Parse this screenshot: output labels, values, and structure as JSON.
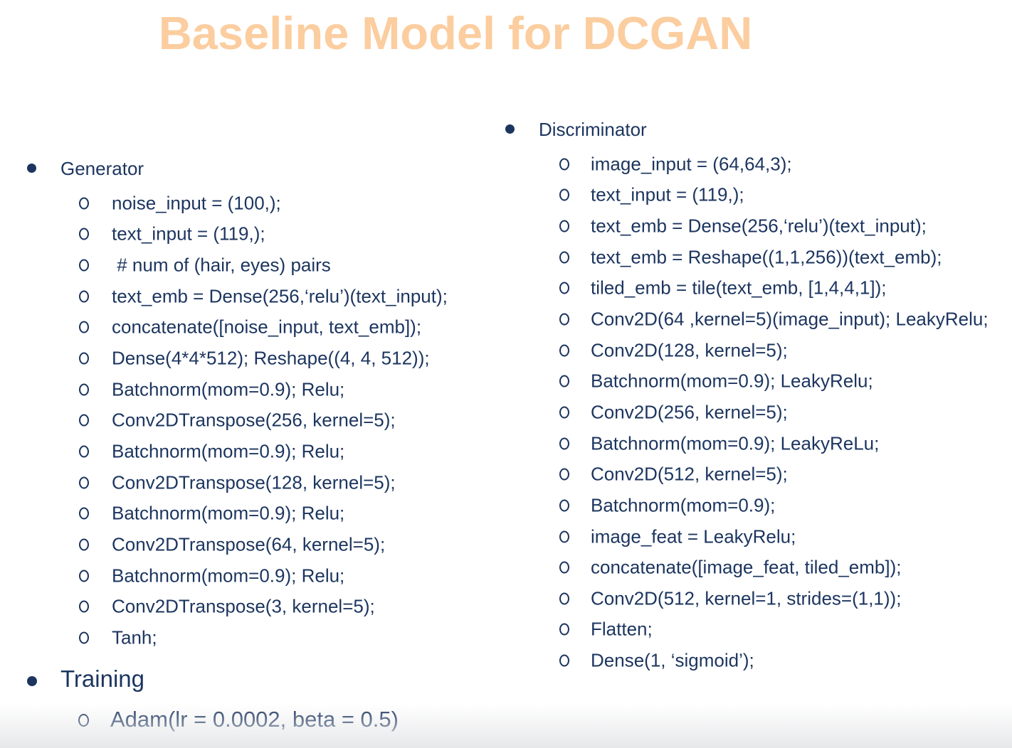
{
  "slide": {
    "title": "Baseline Model for DCGAN",
    "colors": {
      "title_text": "#FBCD9F",
      "body_text": "#1C355F",
      "footer_fade": "#E7E8EA"
    },
    "generator": {
      "label": "Generator",
      "items": [
        "noise_input = (100,);",
        "text_input = (119,);",
        " # num of (hair, eyes) pairs",
        "text_emb = Dense(256,‘relu’)(text_input);",
        "concatenate([noise_input, text_emb]);",
        "Dense(4*4*512); Reshape((4, 4, 512));",
        "Batchnorm(mom=0.9); Relu;",
        "Conv2DTranspose(256, kernel=5);",
        "Batchnorm(mom=0.9); Relu;",
        "Conv2DTranspose(128, kernel=5);",
        "Batchnorm(mom=0.9); Relu;",
        "Conv2DTranspose(64, kernel=5);",
        "Batchnorm(mom=0.9); Relu;",
        "Conv2DTranspose(3, kernel=5);",
        "Tanh;"
      ]
    },
    "discriminator": {
      "label": "Discriminator",
      "items": [
        "image_input = (64,64,3);",
        "text_input = (119,);",
        "text_emb = Dense(256,‘relu’)(text_input);",
        "text_emb = Reshape((1,1,256))(text_emb);",
        "tiled_emb = tile(text_emb, [1,4,4,1]);",
        "Conv2D(64 ,kernel=5)(image_input); LeakyRelu;",
        "Conv2D(128, kernel=5);",
        "Batchnorm(mom=0.9); LeakyRelu;",
        "Conv2D(256, kernel=5);",
        "Batchnorm(mom=0.9); LeakyReLu;",
        "Conv2D(512, kernel=5);",
        "Batchnorm(mom=0.9);",
        "image_feat = LeakyRelu;",
        "concatenate([image_feat, tiled_emb]);",
        "Conv2D(512, kernel=1, strides=(1,1));",
        "Flatten;",
        "Dense(1, ‘sigmoid’);"
      ]
    },
    "training": {
      "label": "Training",
      "items": [
        "Adam(lr = 0.0002, beta = 0.5)"
      ]
    }
  }
}
